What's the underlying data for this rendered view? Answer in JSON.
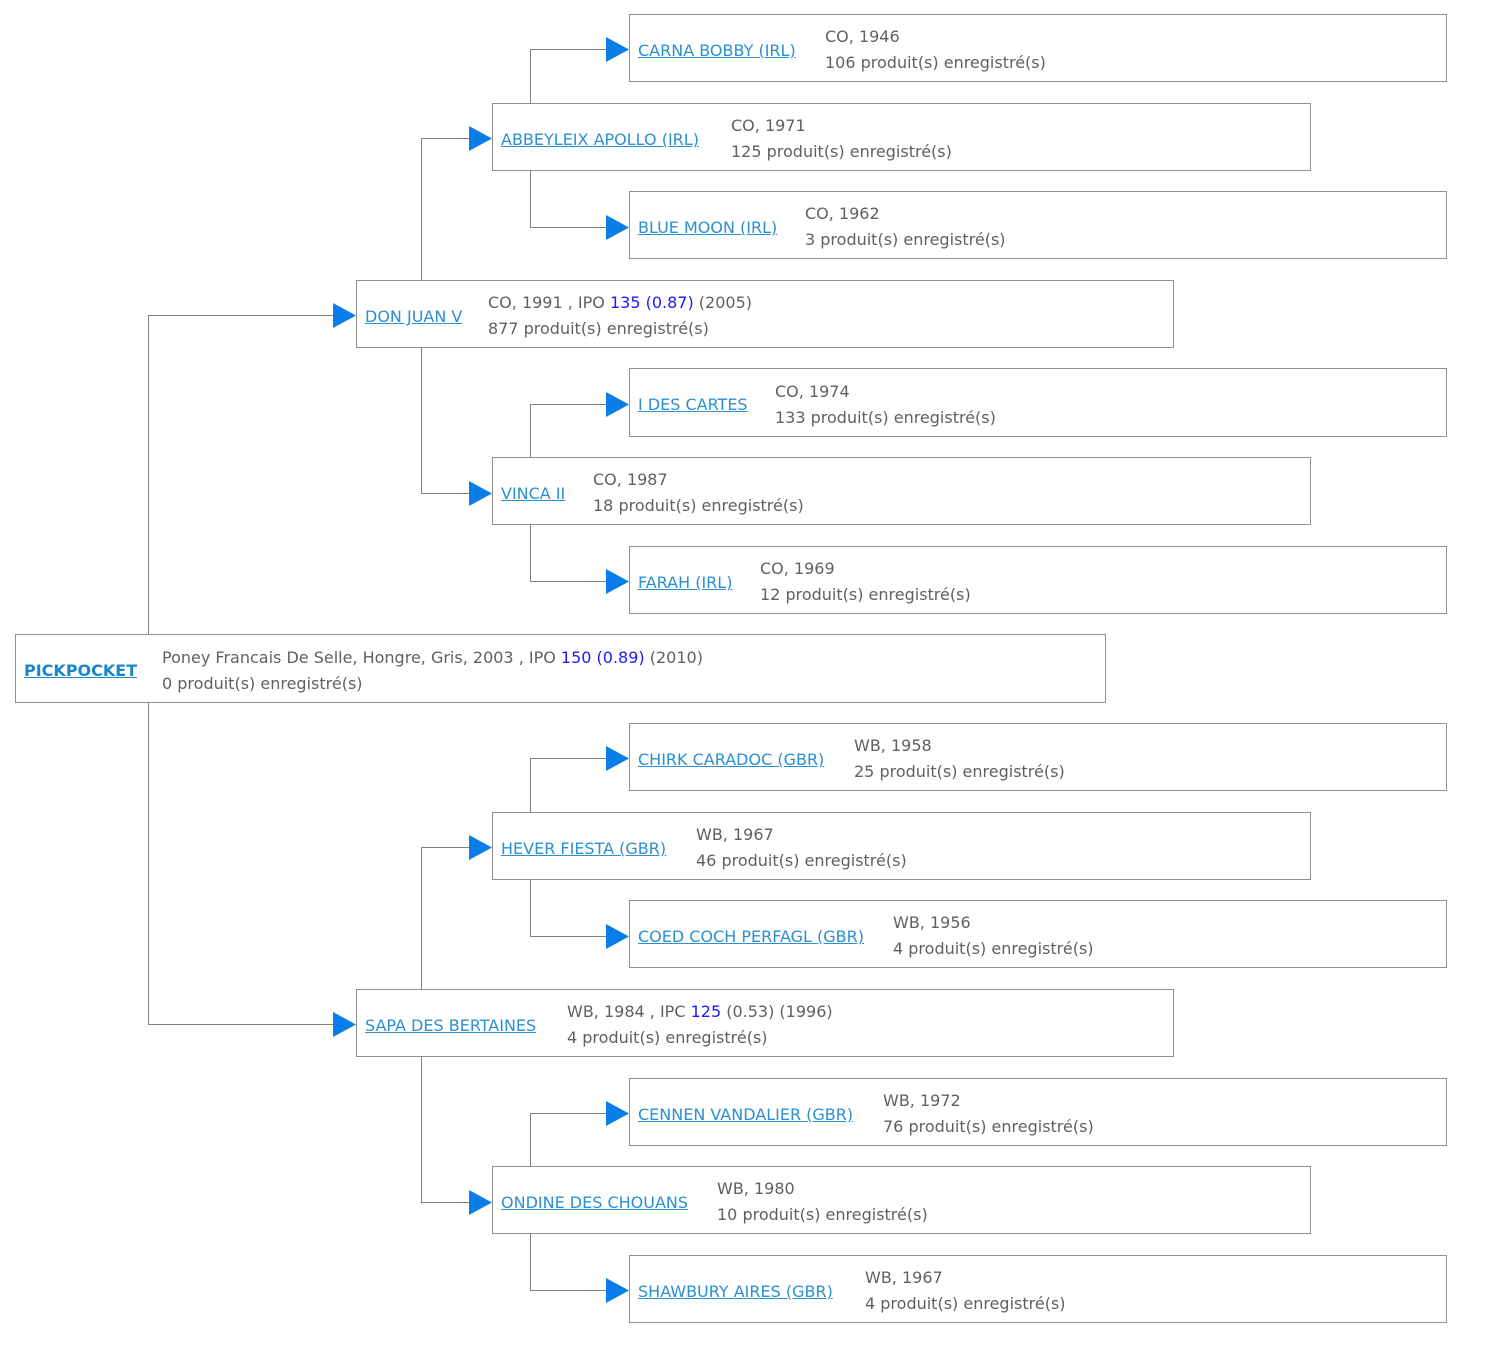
{
  "colors": {
    "link": "#2b8fd0",
    "text": "#606060",
    "index": "#1a1aff",
    "arrow": "#0a7ee8",
    "line": "#808080"
  },
  "horses": {
    "root": {
      "name": "PICKPOCKET",
      "line1a": "Poney Francais De Selle, Hongre, Gris, 2003 , IPO ",
      "line1b": "150 (0.89)",
      "line1c": " (2010)",
      "line2": "0 produit(s) enregistré(s)"
    },
    "sire": {
      "name": "DON JUAN V",
      "line1a": "CO, 1991 , IPO ",
      "line1b": "135 (0.87)",
      "line1c": " (2005)",
      "line2": "877 produit(s) enregistré(s)"
    },
    "dam": {
      "name": "SAPA DES BERTAINES",
      "line1a": "WB, 1984 , IPC ",
      "line1b": "125",
      "line1c": " (0.53) (1996)",
      "line2": "4 produit(s) enregistré(s)"
    },
    "ss": {
      "name": "ABBEYLEIX APOLLO (IRL)",
      "line1": "CO, 1971",
      "line2": "125 produit(s) enregistré(s)"
    },
    "sd": {
      "name": "VINCA II",
      "line1": "CO, 1987",
      "line2": "18 produit(s) enregistré(s)"
    },
    "ds": {
      "name": "HEVER FIESTA (GBR)",
      "line1": "WB, 1967",
      "line2": "46 produit(s) enregistré(s)"
    },
    "dd": {
      "name": "ONDINE DES CHOUANS",
      "line1": "WB, 1980",
      "line2": "10 produit(s) enregistré(s)"
    },
    "sss": {
      "name": "CARNA BOBBY (IRL)",
      "line1": "CO, 1946",
      "line2": "106 produit(s) enregistré(s)"
    },
    "ssd": {
      "name": "BLUE MOON (IRL)",
      "line1": "CO, 1962",
      "line2": "3 produit(s) enregistré(s)"
    },
    "sds": {
      "name": "I DES CARTES",
      "line1": "CO, 1974",
      "line2": "133 produit(s) enregistré(s)"
    },
    "sdd": {
      "name": "FARAH (IRL)",
      "line1": "CO, 1969",
      "line2": "12 produit(s) enregistré(s)"
    },
    "dss": {
      "name": "CHIRK CARADOC (GBR)",
      "line1": "WB, 1958",
      "line2": "25 produit(s) enregistré(s)"
    },
    "dsd": {
      "name": "COED COCH PERFAGL (GBR)",
      "line1": "WB, 1956",
      "line2": "4 produit(s) enregistré(s)"
    },
    "dds": {
      "name": "CENNEN VANDALIER (GBR)",
      "line1": "WB, 1972",
      "line2": "76 produit(s) enregistré(s)"
    },
    "ddd": {
      "name": "SHAWBURY AIRES (GBR)",
      "line1": "WB, 1967",
      "line2": "4 produit(s) enregistré(s)"
    }
  }
}
